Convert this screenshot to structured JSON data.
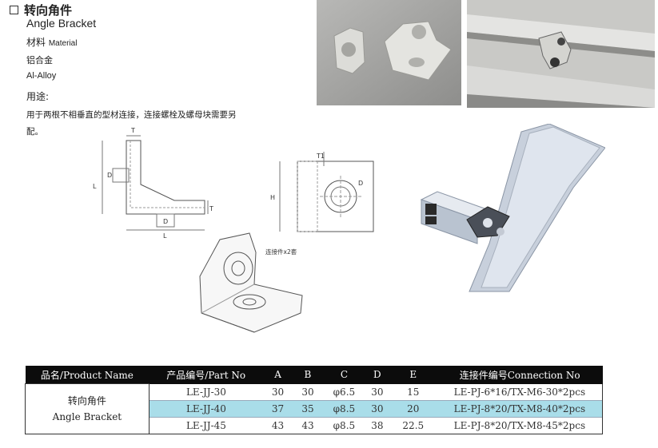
{
  "header": {
    "title_cn": "转向角件",
    "title_en": "Angle Bracket",
    "material_label_cn": "材料",
    "material_label_en": "Material",
    "material_cn": "铝合金",
    "material_en": "Al-Alloy",
    "usage_label": "用途:",
    "usage_desc": "用于两根不相垂直的型材连接，连接螺栓及螺母块需要另配。"
  },
  "drawings": {
    "left_dims": {
      "T": "T",
      "D": "D",
      "L": "L",
      "T2": "T",
      "D2": "D",
      "L2": "L"
    },
    "right_dims": {
      "T1": "T1",
      "D": "D",
      "H": "H"
    },
    "connector_note": "连接件x2套"
  },
  "table": {
    "headers": [
      "品名/Product Name",
      "产品编号/Part No",
      "A",
      "B",
      "C",
      "D",
      "E",
      "连接件编号Connection No"
    ],
    "product_name_cn": "转向角件",
    "product_name_en": "Angle Bracket",
    "rows": [
      {
        "part": "LE-JJ-30",
        "a": "30",
        "b": "30",
        "c": "φ6.5",
        "d": "30",
        "e": "15",
        "conn": "LE-PJ-6*16/TX-M6-30*2pcs"
      },
      {
        "part": "LE-JJ-40",
        "a": "37",
        "b": "35",
        "c": "φ8.5",
        "d": "30",
        "e": "20",
        "conn": "LE-PJ-8*20/TX-M8-40*2pcs"
      },
      {
        "part": "LE-JJ-45",
        "a": "43",
        "b": "43",
        "c": "φ8.5",
        "d": "38",
        "e": "22.5",
        "conn": "LE-PJ-8*20/TX-M8-45*2pcs"
      }
    ],
    "highlight_color": "#a9dde9"
  }
}
